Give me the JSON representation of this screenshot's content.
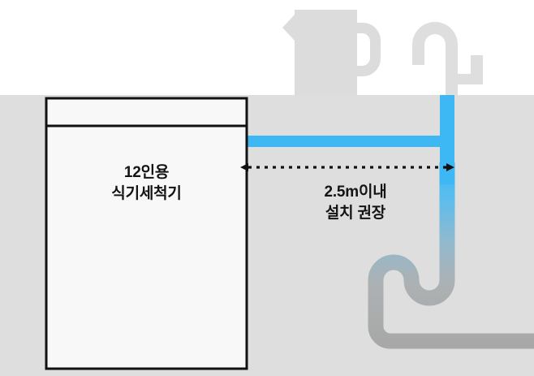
{
  "diagram": {
    "type": "installation-clearance-diagram",
    "title_text_present": false,
    "appliance": {
      "name": "dishwasher",
      "label_line1": "12인용",
      "label_line2": "식기세척기",
      "capacity_value": "12",
      "capacity_unit": "인용",
      "body_fill": "#F8F8F8",
      "outline_color": "#111111",
      "has_top_control_panel": true
    },
    "measurement": {
      "label_line1": "2.5m이내",
      "label_line2": "설치 권장",
      "value": "2.5",
      "unit": "m",
      "qualifier": "이내",
      "recommendation": "설치 권장",
      "arrow_style": "dotted-double-headed",
      "arrow_color": "#111111"
    },
    "scene": {
      "wall_color": "#FFFFFF",
      "floor_color": "#DEDEDE",
      "countertop_y": 117
    },
    "fixtures": [
      {
        "name": "kettle",
        "icon": "kettle-icon",
        "color": "#DCDCDC"
      },
      {
        "name": "faucet",
        "icon": "faucet-icon",
        "color": "#DEDEDE"
      },
      {
        "name": "faucet-handle",
        "icon": "faucet-lever-icon",
        "color": "#DEDEDE"
      }
    ],
    "pipes": [
      {
        "name": "water-supply-hose",
        "icon": "water-pipe-icon",
        "color": "#3DB8F5",
        "orientation": "horizontal-and-vertical"
      },
      {
        "name": "drain-trap",
        "icon": "drain-ptrap-icon",
        "color_start": "#3DB8F5",
        "color_end": "#A8A8A8",
        "shape": "s-trap"
      }
    ],
    "colors": {
      "accent_blue": "#3DB8F5",
      "pipe_gray": "#A8A8A8",
      "floor_gray": "#DEDEDE",
      "fixture_gray": "#DCDCDC",
      "outline_black": "#111111",
      "appliance_fill": "#F8F8F8"
    }
  }
}
